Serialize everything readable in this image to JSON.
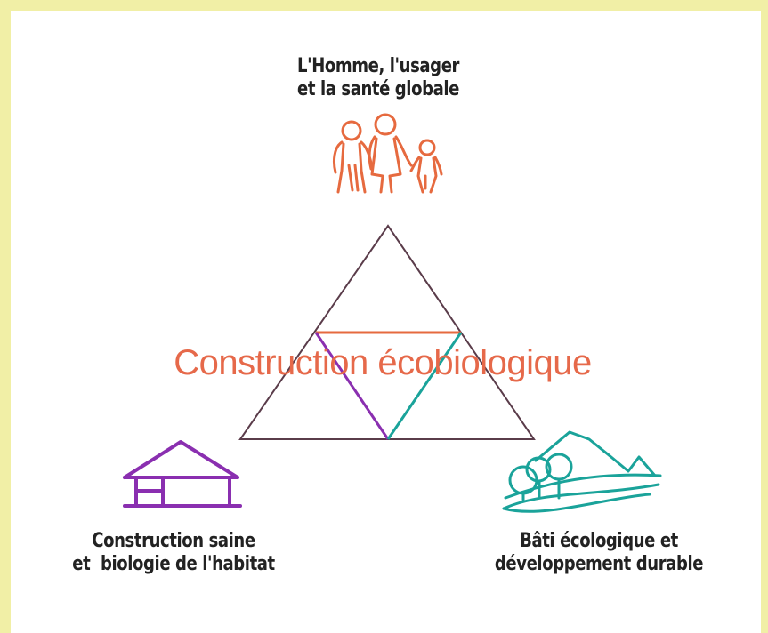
{
  "diagram": {
    "top_label": {
      "line1": "L'Homme, l'usager",
      "line2": "et la santé globale"
    },
    "center_title": "Construction écobiologique",
    "left_label": {
      "line1": "Construction saine",
      "line2": "et  biologie de l'habitat"
    },
    "right_label": {
      "line1": "Bâti écologique et",
      "line2": "développement durable"
    },
    "icons": {
      "top": "family-icon",
      "left": "house-icon",
      "right": "landscape-icon"
    },
    "colors": {
      "background": "#f1efa6",
      "triangle": "#5a3c4a",
      "human": "#e66a3f",
      "health": "#8a2fb0",
      "ecology": "#1aa39a"
    }
  }
}
